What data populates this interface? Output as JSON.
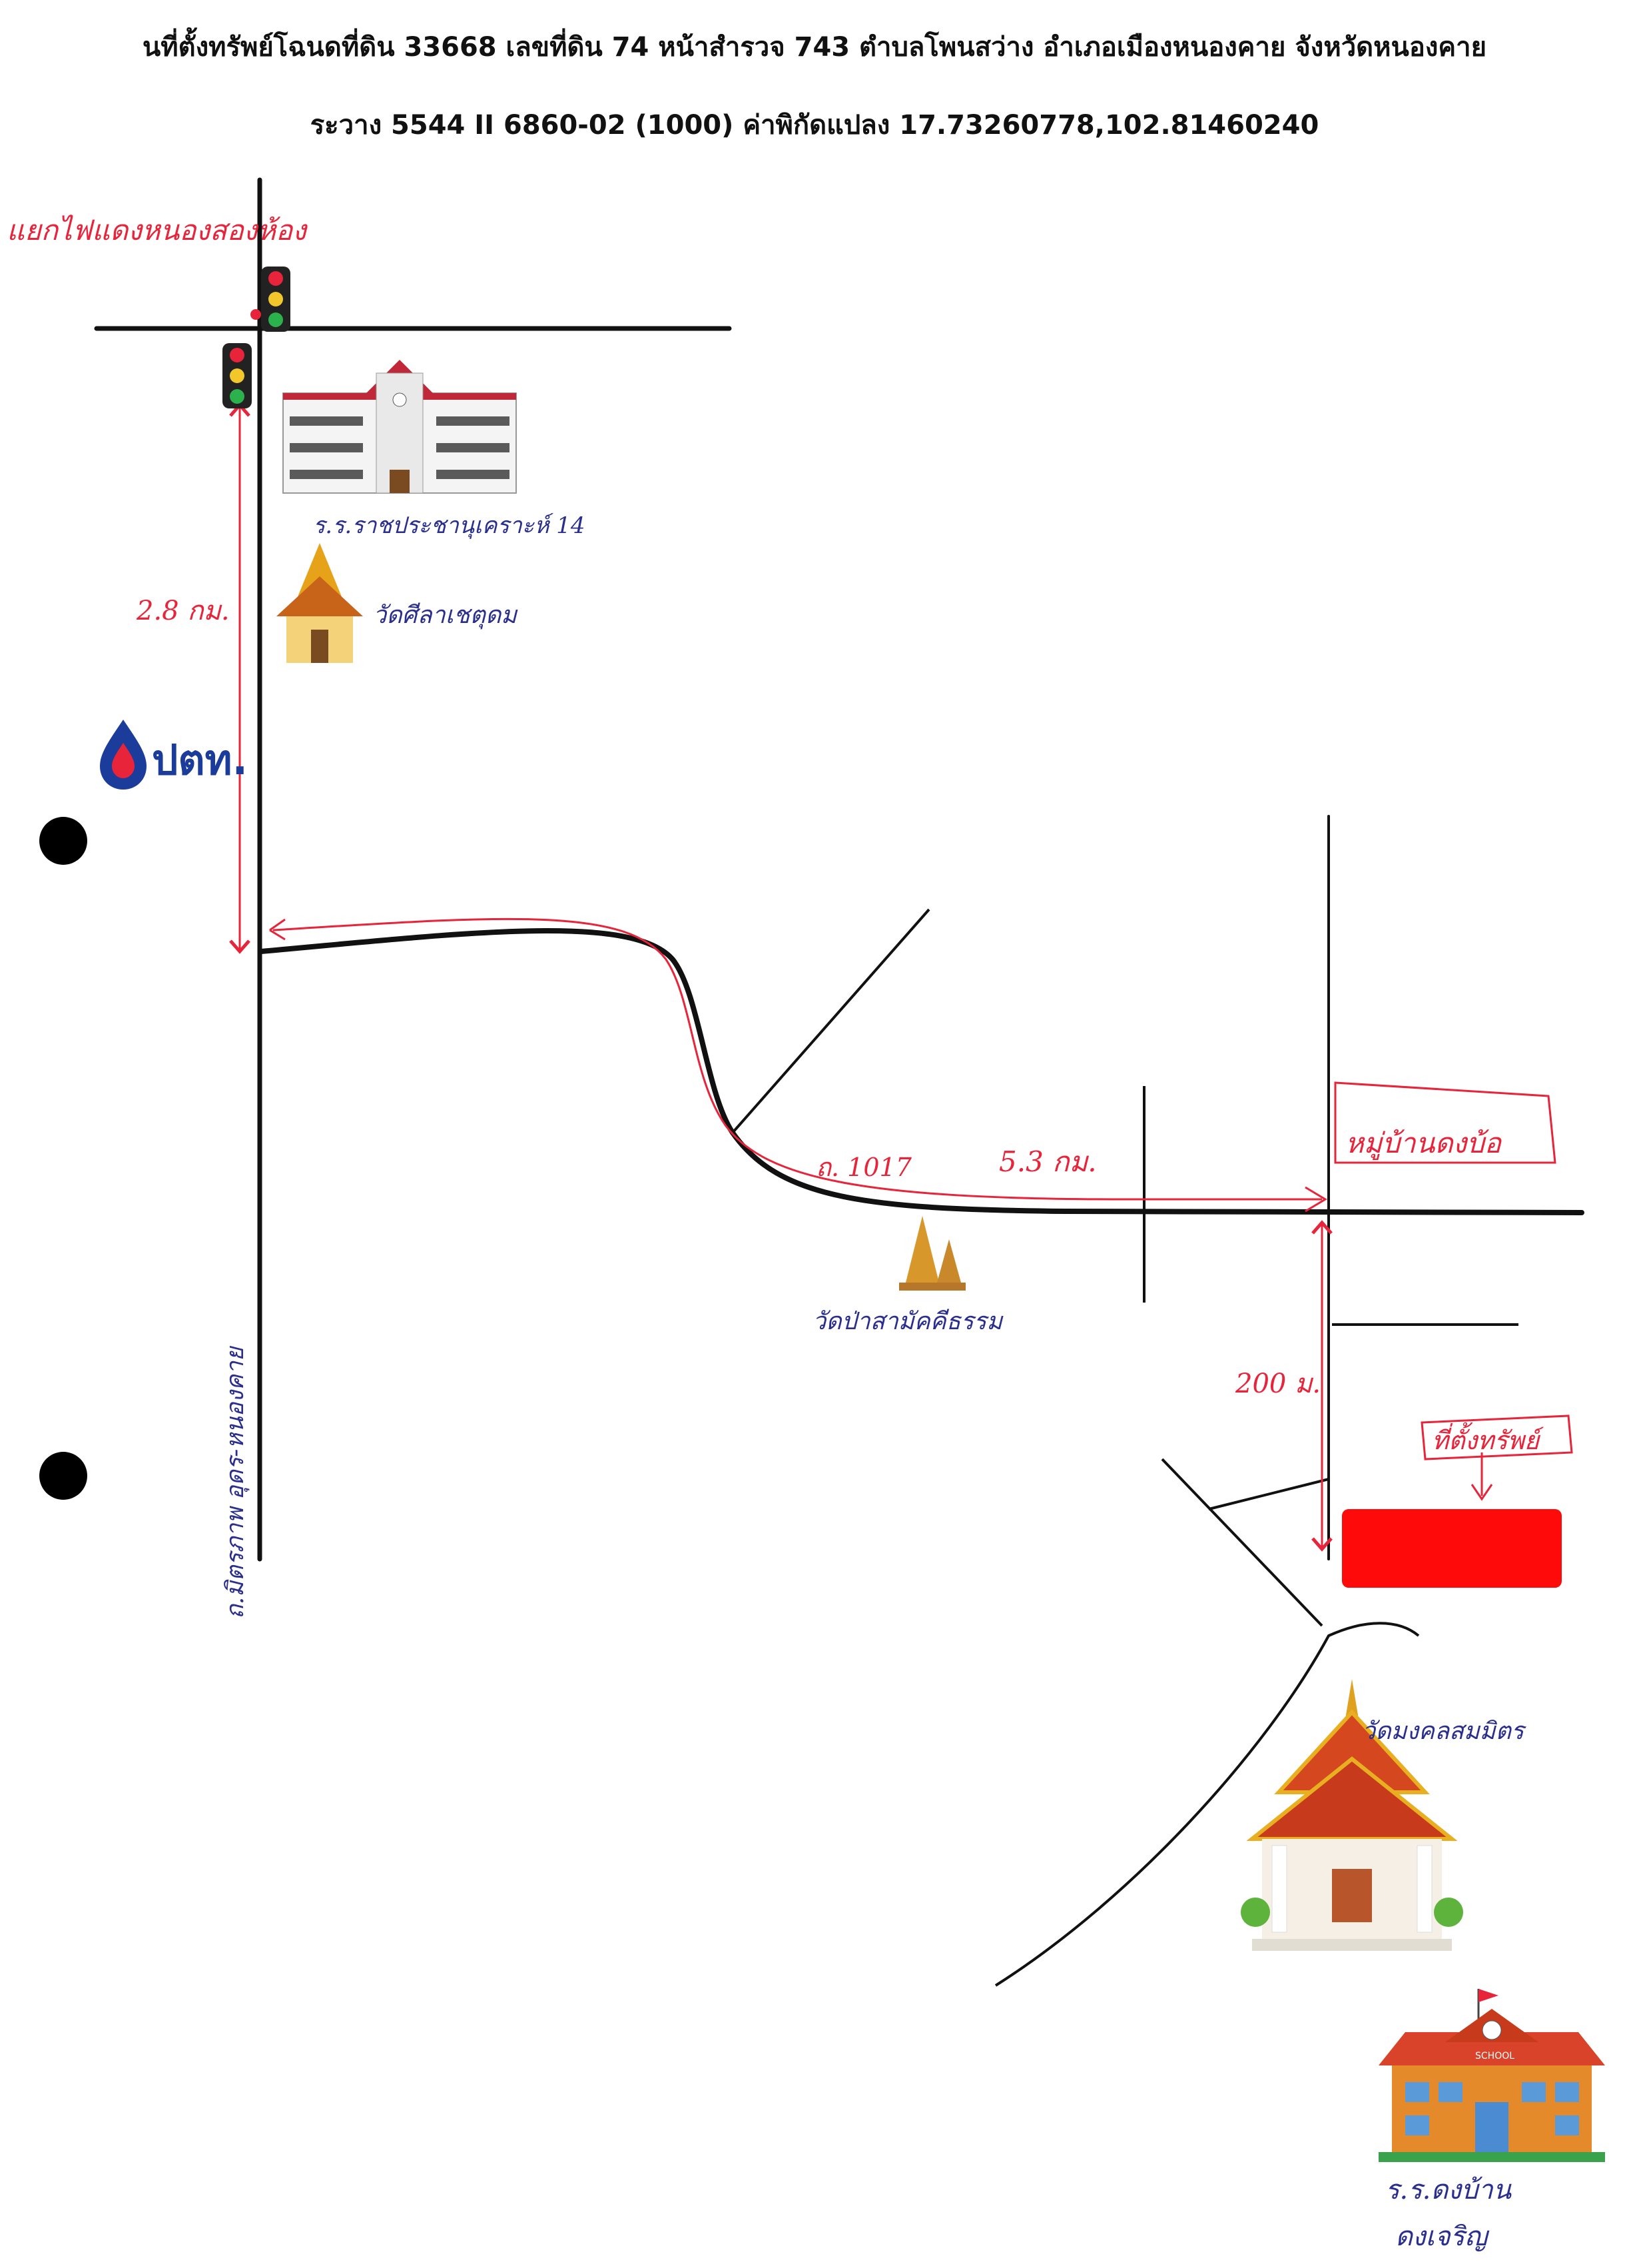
{
  "header": {
    "line1": "นที่ตั้งทรัพย์โฉนดที่ดิน 33668 เลขที่ดิน 74 หน้าสำรวจ 743 ตำบลโพนสว่าง อำเภอเมืองหนองคาย จังหวัดหนองคาย",
    "line2": "ระวาง 5544 II 6860-02 (1000) ค่าพิกัดแปลง 17.73260778,102.81460240"
  },
  "labels": {
    "intersection": "แยกไฟแดงหนองสองห้อง",
    "school_top": "ร.ร.ราชประชานุเคราะห์ 14",
    "temple_1": "วัดศีลาเชตุดม",
    "distance_1": "2.8 กม.",
    "brand": "ปตท.",
    "road_main": "ถ.มิตรภาพ อุดร-หนองคาย",
    "road_1017": "ถ. 1017",
    "distance_2": "5.3 กม.",
    "village": "หมู่บ้านดงบ้อ",
    "temple_2": "วัดป่าสามัคคีธรรม",
    "distance_3": "200 ม.",
    "property": "ที่ตั้งทรัพย์",
    "temple_3": "วัดมงคลสมมิตร",
    "school_bottom_1": "ร.ร.ดงบ้าน",
    "school_bottom_2": "ดงเจริญ",
    "school_sign": "SCHOOL"
  },
  "colors": {
    "road": "#111111",
    "route": "#e8243a",
    "annotation_red": "#e8243a",
    "annotation_blue": "#2a2f8f",
    "property_fill": "#ff0a0a",
    "ptt_blue": "#1b3c9a"
  },
  "icons": [
    "traffic-light-icon",
    "school-building-icon",
    "temple-icon",
    "ptt-logo-icon",
    "pagoda-icon",
    "large-temple-icon",
    "school-icon"
  ]
}
